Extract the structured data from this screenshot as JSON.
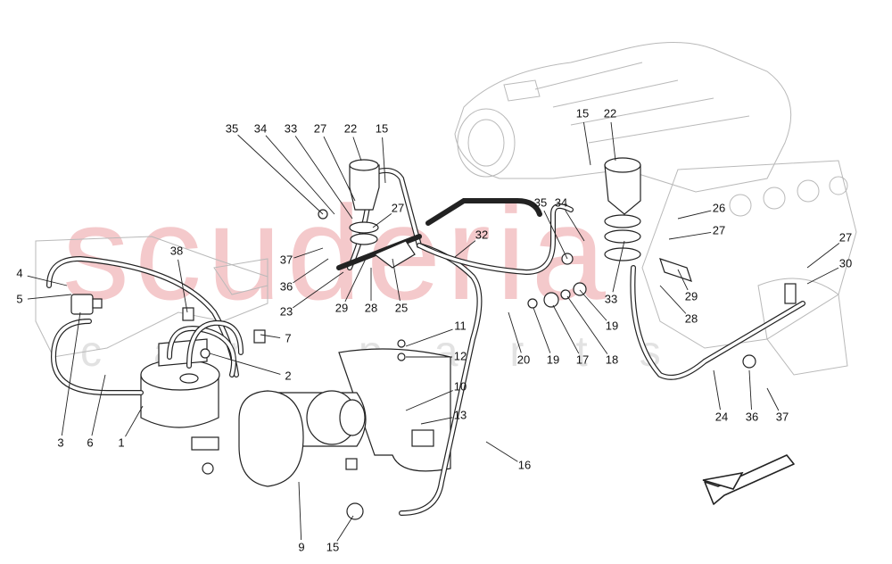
{
  "watermark": {
    "brand": "scuderia",
    "subtitle": "car parts"
  },
  "callouts": [
    "35",
    "34",
    "33",
    "27",
    "22",
    "15",
    "27",
    "35",
    "34",
    "15",
    "22",
    "26",
    "27",
    "27",
    "30",
    "32",
    "37",
    "36",
    "23",
    "29",
    "28",
    "25",
    "33",
    "29",
    "28",
    "19",
    "19",
    "17",
    "18",
    "20",
    "11",
    "12",
    "10",
    "13",
    "16",
    "9",
    "15",
    "2",
    "7",
    "38",
    "4",
    "5",
    "3",
    "6",
    "1",
    "24",
    "36",
    "37"
  ],
  "direction_arrow": "arrow-down-left-icon"
}
